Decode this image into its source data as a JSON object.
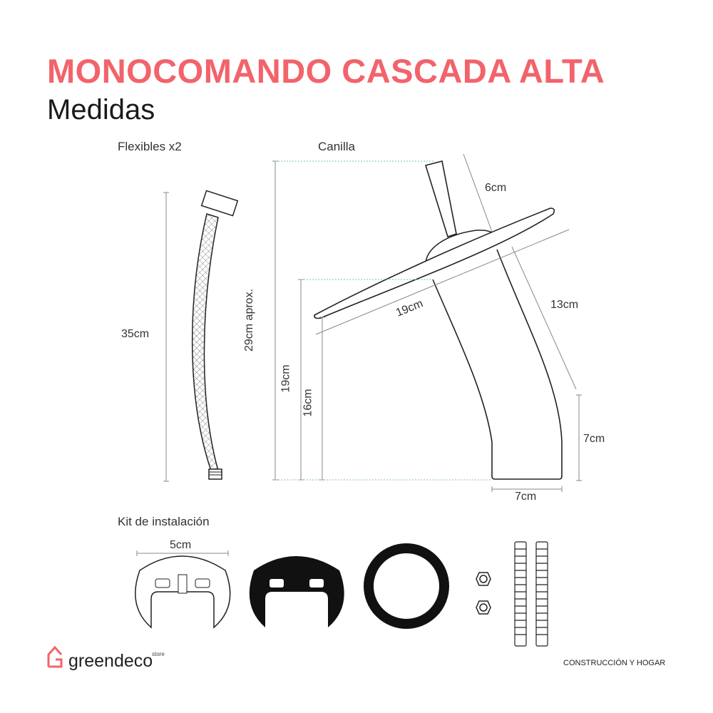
{
  "header": {
    "title": "MONOCOMANDO CASCADA ALTA",
    "subtitle": "Medidas"
  },
  "sections": {
    "flexibles": "Flexibles x2",
    "canilla": "Canilla",
    "kit": "Kit de instalación"
  },
  "dimensions": {
    "hose_length": "35cm",
    "total_height": "29cm aprox.",
    "spout_top_height": "19cm",
    "spout_outlet_height": "16cm",
    "handle": "6cm",
    "spout_length": "19cm",
    "body_upper": "13cm",
    "body_lower": "7cm",
    "base_width": "7cm",
    "plate_width": "5cm"
  },
  "footer": {
    "brand": "greendeco",
    "brand_suffix": "store",
    "tagline": "CONSTRUCCIÓN Y HOGAR"
  },
  "colors": {
    "accent": "#f2636b",
    "guide": "#7fbfb5"
  }
}
